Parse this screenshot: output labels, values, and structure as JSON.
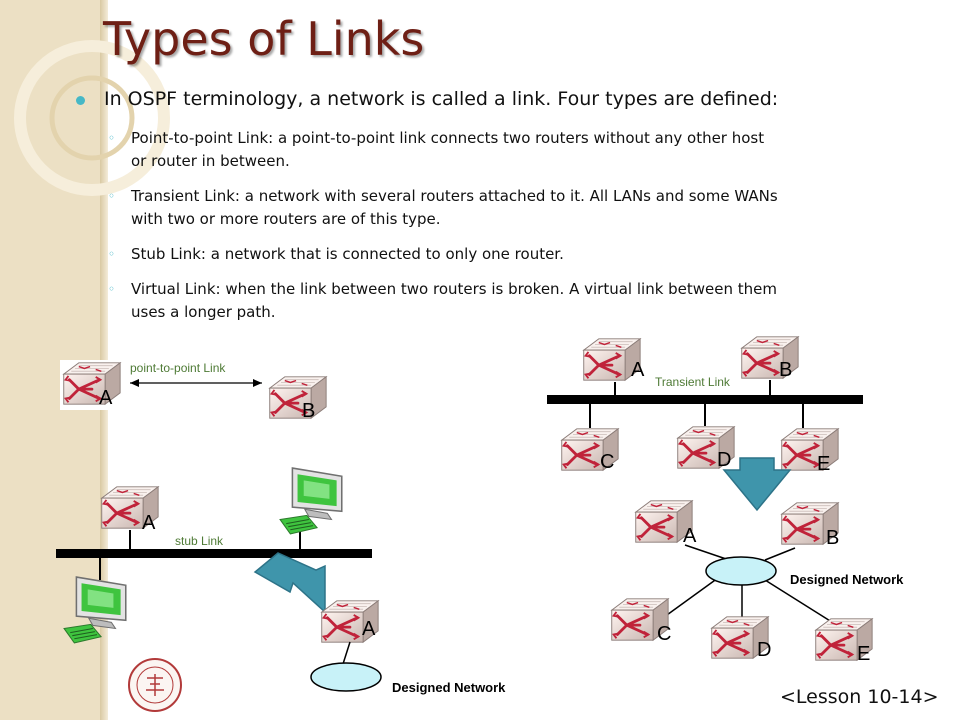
{
  "slide": {
    "title": "Types of Links",
    "intro": "In OSPF terminology, a network is called a link. Four types are defined:",
    "bullets": [
      {
        "lines": [
          "Point-to-point Link: a point-to-point link connects two routers without any other host",
          "or router in between."
        ]
      },
      {
        "lines": [
          "Transient Link: a network with several routers attached to it. All LANs and some WANs",
          "with two or more routers are of this type."
        ]
      },
      {
        "lines": [
          "Stub Link: a network that is connected to only one router."
        ]
      },
      {
        "lines": [
          "Virtual Link: when  the link between two routers is broken. A virtual link between them",
          "uses a longer path."
        ]
      }
    ],
    "footer": "<Lesson 10-14>"
  },
  "diagrams": {
    "point_to_point": {
      "label": "point-to-point Link",
      "router_a": "A",
      "router_b": "B"
    },
    "stub": {
      "label": "stub Link",
      "router_a": "A",
      "result_router": "A",
      "result_label": "Designed Network"
    },
    "transient": {
      "label": "Transient Link",
      "routers": [
        "A",
        "B",
        "C",
        "D",
        "E"
      ],
      "result_routers": [
        "A",
        "B",
        "C",
        "D",
        "E"
      ],
      "result_label": "Designed Network"
    }
  },
  "colors": {
    "title": "#6e1f15",
    "bullet": "#47b8c6",
    "diagram_label": "#4e7a35",
    "arrow": "#3f95ab",
    "network_ellipse": "#c8f2f8",
    "sidebar": "#ece0c4"
  }
}
